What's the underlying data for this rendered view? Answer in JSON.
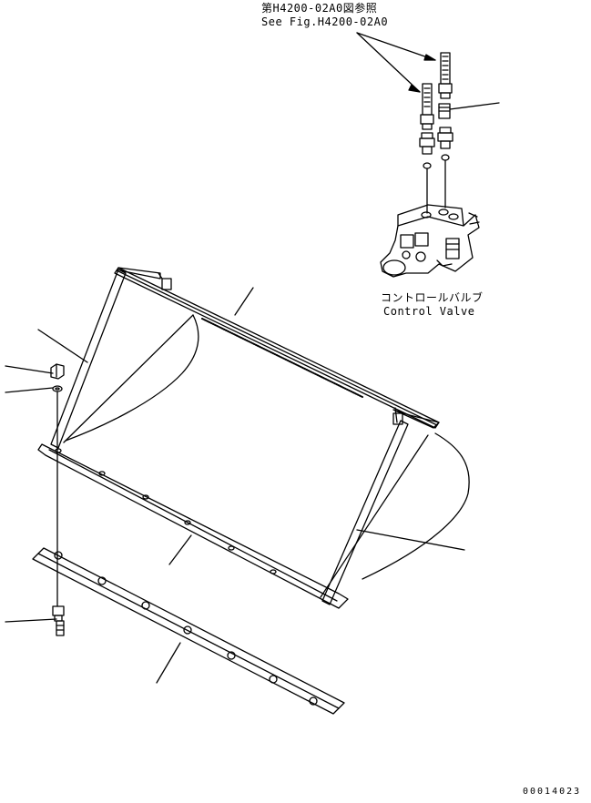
{
  "reference_note": {
    "japanese": "第H4200-02A0図参照",
    "english": "See Fig.H4200-02A0"
  },
  "control_valve_label": {
    "japanese": "コントロールバルブ",
    "english": "Control Valve"
  },
  "drawing_code": "00014023"
}
